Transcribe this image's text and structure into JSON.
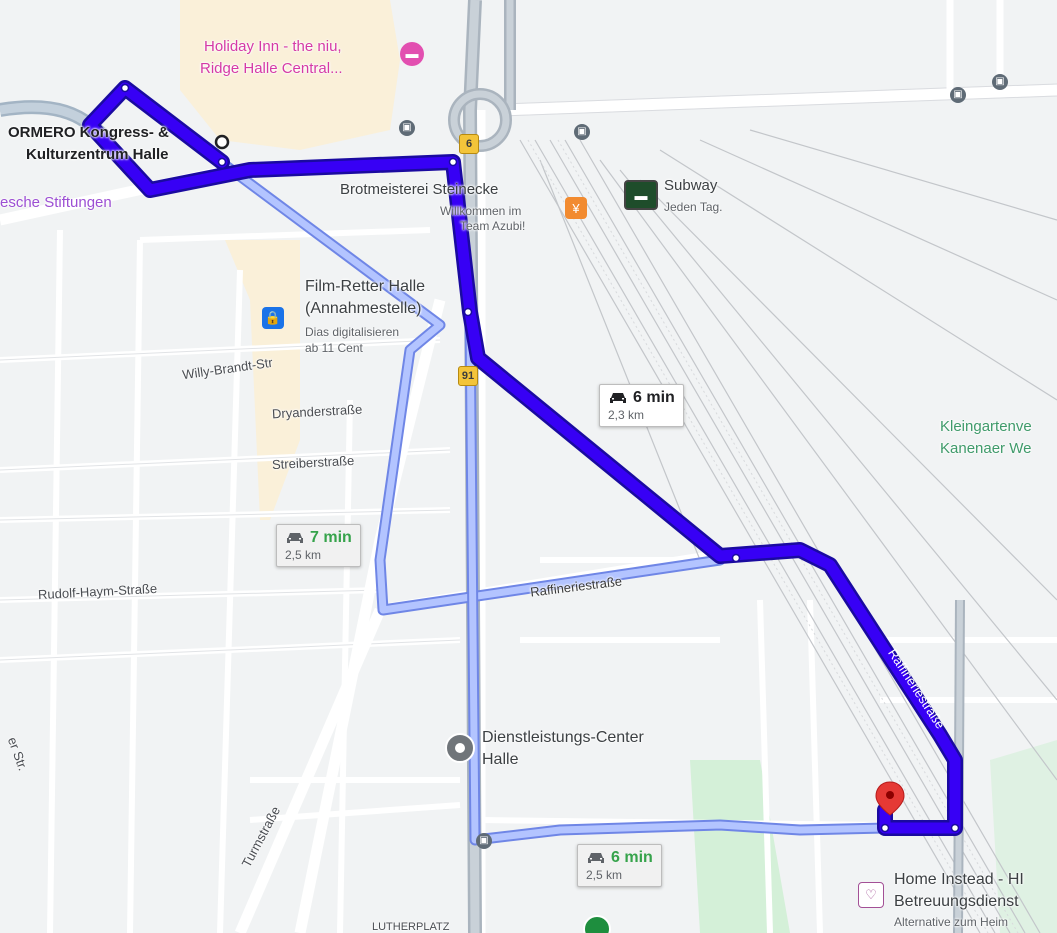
{
  "map": {
    "places": {
      "holiday_inn_line1": "Holiday Inn - the niu,",
      "holiday_inn_line2": "Ridge Halle Central...",
      "kongress_line1": "ORMERO Kongress- &",
      "kongress_line2": "Kulturzentrum Halle",
      "stiftungen": "esche Stiftungen",
      "brotmeisterei": "Brotmeisterei Steinecke",
      "brotmeisterei_sub1": "Willkommen im",
      "brotmeisterei_sub2": "Team Azubi!",
      "subway": "Subway",
      "subway_sub": "Jeden Tag.",
      "film_retter_line1": "Film-Retter Halle",
      "film_retter_line2": "(Annahmestelle)",
      "film_retter_sub1": "Dias digitalisieren",
      "film_retter_sub2": "ab 11 Cent",
      "kleingarten_line1": "Kleingartenve",
      "kleingarten_line2": "Kanenaer We",
      "dienstleistung_line1": "Dienstleistungs-Center",
      "dienstleistung_line2": "Halle",
      "home_instead_line1": "Home Instead - HI",
      "home_instead_line2": "Betreuungsdienst",
      "home_instead_sub": "Alternative zum Heim"
    },
    "streets": {
      "willy_brandt": "Willy-Brandt-Str",
      "dryander": "Dryanderstraße",
      "streiber": "Streiberstraße",
      "rudolf_haym": "Rudolf-Haym-Straße",
      "raffinerie_1": "Raffineriestraße",
      "raffinerie_2": "Raffineriestraße",
      "turmstrasse": "Turmstraße",
      "er_str": "er Str.",
      "lutherplatz": "LUTHERPLATZ"
    },
    "shields": {
      "road_6": "6",
      "road_91": "91"
    },
    "routes": [
      {
        "time": "6 min",
        "distance": "2,3 km",
        "selected": true
      },
      {
        "time": "7 min",
        "distance": "2,5 km",
        "selected": false
      },
      {
        "time": "6 min",
        "distance": "2,5 km",
        "selected": false
      }
    ],
    "colors": {
      "route_primary": "#3700f5",
      "route_primary_outline": "#1a0aa0",
      "route_alt": "#b3c4ff",
      "route_alt_outline": "#6f86e6",
      "destination_pin": "#e53935",
      "hotel_pink": "#e24fb0",
      "shop_blue": "#1a73e8",
      "restaurant_orange": "#f28b30"
    }
  }
}
